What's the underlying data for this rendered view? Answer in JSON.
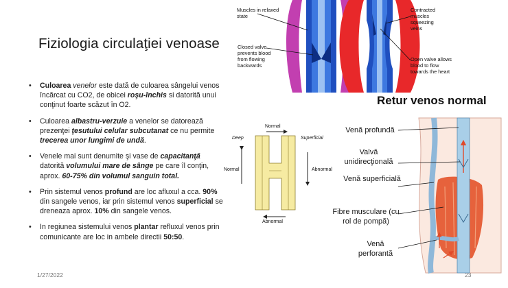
{
  "slide": {
    "title": "Fiziologia circulaţiei venoase",
    "bullets": [
      [
        {
          "t": "Culoarea",
          "s": "b"
        },
        {
          "t": " "
        },
        {
          "t": "venelor",
          "s": "i"
        },
        {
          "t": " este dată de culoarea sângelui venos încărcat cu CO2, de obicei "
        },
        {
          "t": "roşu-închis",
          "s": "bi"
        },
        {
          "t": " si datorită unui conţinut foarte scăzut în O2."
        }
      ],
      [
        {
          "t": "Culoarea "
        },
        {
          "t": "albastru-verzuie",
          "s": "bi"
        },
        {
          "t": " a venelor se datorează prezenţei "
        },
        {
          "t": "ţesutului celular subcutanat",
          "s": "bi"
        },
        {
          "t": " ce nu permite "
        },
        {
          "t": "trecerea unor lungimi de undă",
          "s": "bi"
        },
        {
          "t": "."
        }
      ],
      [
        {
          "t": "Venele mai sunt denumite şi vase de "
        },
        {
          "t": "capacitanţă",
          "s": "bi"
        },
        {
          "t": " datorită "
        },
        {
          "t": "volumului mare de sânge",
          "s": "bi"
        },
        {
          "t": " pe care îl conţin, aprox. "
        },
        {
          "t": "60-75% din volumul sanguin total.",
          "s": "bi"
        }
      ],
      [
        {
          "t": "Prin sistemul venos "
        },
        {
          "t": "profund",
          "s": "b"
        },
        {
          "t": " are loc afluxul a cca. "
        },
        {
          "t": "90%",
          "s": "b"
        },
        {
          "t": " din sangele venos, iar prin sistemul venos "
        },
        {
          "t": "superficial",
          "s": "b"
        },
        {
          "t": " se dreneaza aprox. "
        },
        {
          "t": "10%",
          "s": "b"
        },
        {
          "t": " din sangele venos."
        }
      ],
      [
        {
          "t": "In regiunea sistemului venos "
        },
        {
          "t": "plantar",
          "s": "b"
        },
        {
          "t": " refluxul venos prin comunicante are loc in ambele directii "
        },
        {
          "t": "50:50",
          "s": "b"
        },
        {
          "t": "."
        }
      ]
    ],
    "date": "1/27/2022",
    "page": "23"
  },
  "valve_figure": {
    "relaxed_label": "Muscles in relaxed state",
    "closed_label": "Closed valve prevents blood from flowing backwards",
    "contracted_label": "Contracted muscles squeezing veins",
    "open_label": "Open valve allows blood to flow towards the heart"
  },
  "h_diagram": {
    "top": "Normal",
    "deep": "Deep",
    "superficial": "Superficial",
    "left": "Normal",
    "right": "Abnormal",
    "bottom": "Abnormal"
  },
  "leg_figure": {
    "heading": "Retur venos normal",
    "labels": {
      "deep_vein": "Venă profundă",
      "valve": "Valvă unidirecţională",
      "superficial_vein": "Venă superficială",
      "muscle": "Fibre musculare (cu rol de pompă)",
      "perforating_vein": "Venă perforantă"
    }
  },
  "colors": {
    "muscle_relaxed": "#c23fb0",
    "muscle_contracted": "#e8282a",
    "vein_blue": "#1f4fbf",
    "h_fill": "#f6eba2",
    "leg_muscle": "#e6623c",
    "leg_vein": "#a9cfe8"
  }
}
